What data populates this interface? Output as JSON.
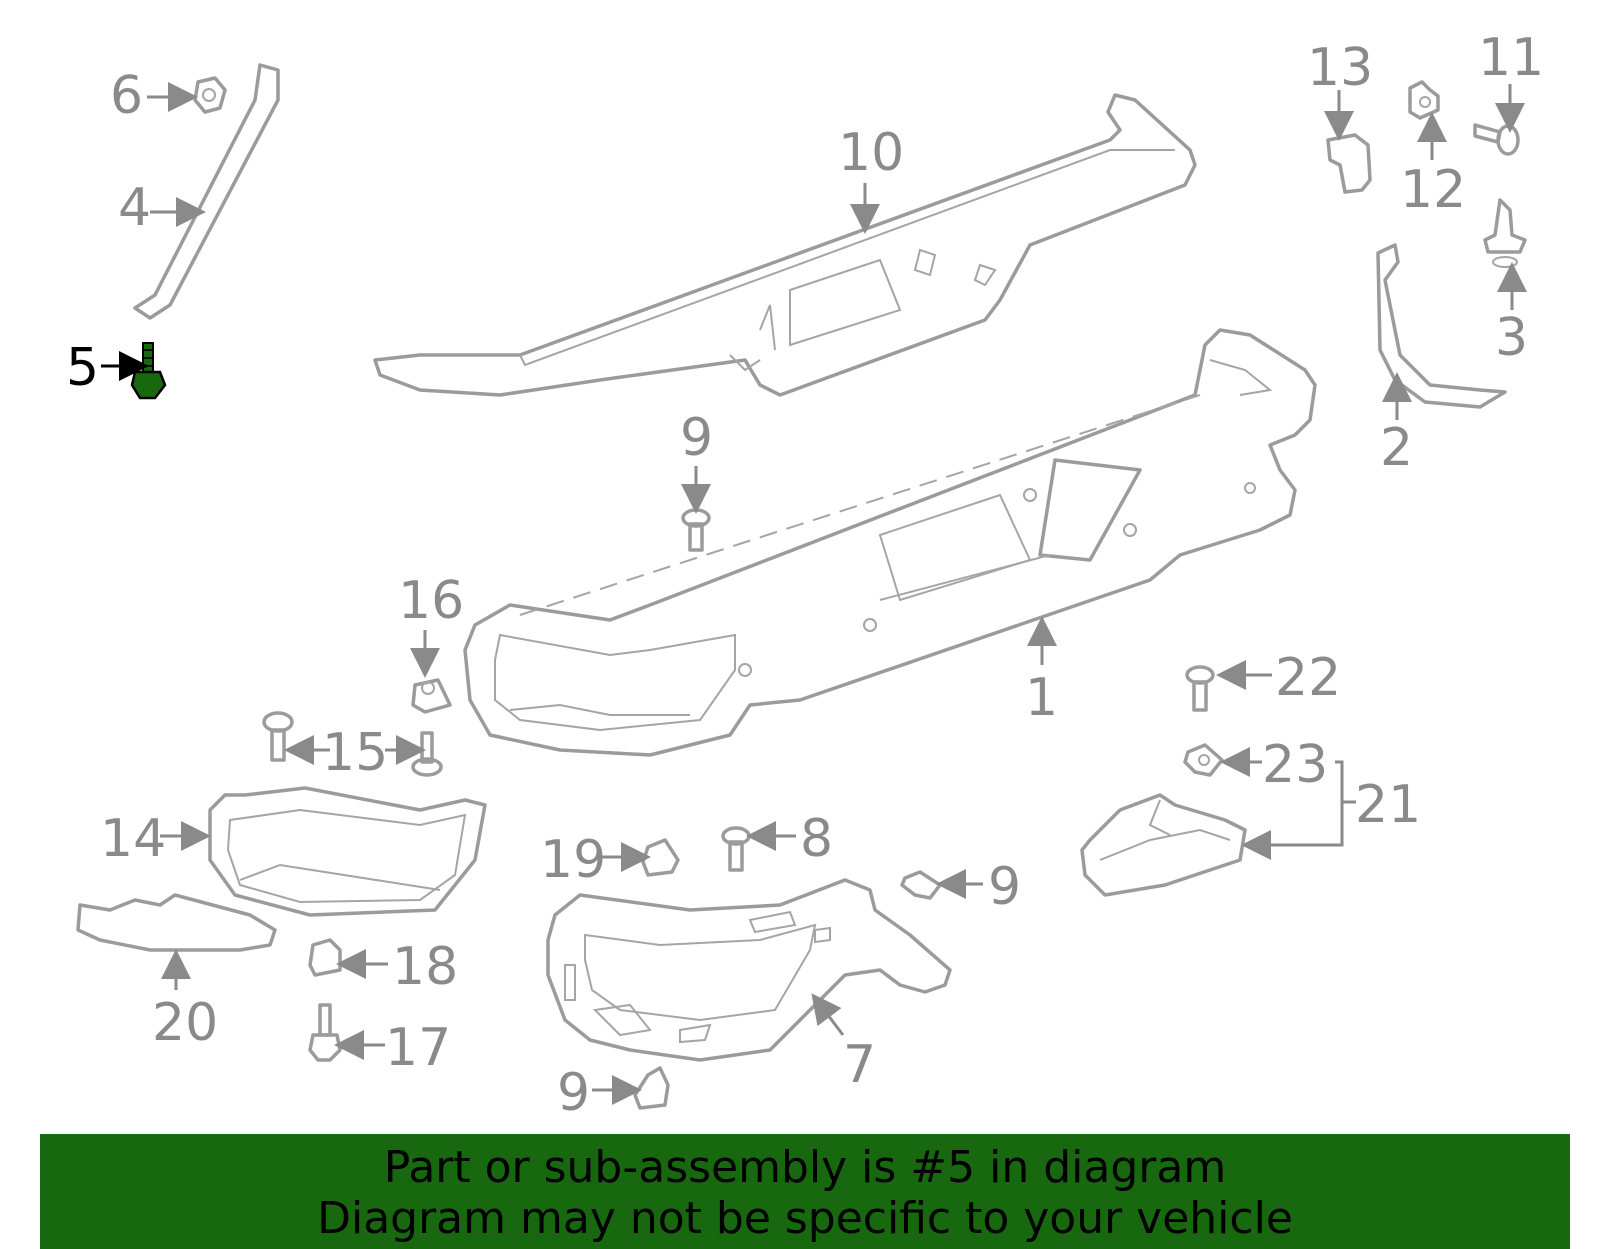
{
  "labels": {
    "l1": "1",
    "l2": "2",
    "l3": "3",
    "l4": "4",
    "l5": "5",
    "l6": "6",
    "l7": "7",
    "l8": "8",
    "l9a": "9",
    "l9b": "9",
    "l9c": "9",
    "l10": "10",
    "l11": "11",
    "l12": "12",
    "l13": "13",
    "l14": "14",
    "l15": "15",
    "l16": "16",
    "l17": "17",
    "l18": "18",
    "l19": "19",
    "l20": "20",
    "l21": "21",
    "l22": "22",
    "l23": "23"
  },
  "highlight_color": "#17680f",
  "banner": {
    "line1": "Part or sub-assembly is #5 in diagram",
    "line2": "Diagram may not be specific to your vehicle",
    "background": "#17680f"
  }
}
